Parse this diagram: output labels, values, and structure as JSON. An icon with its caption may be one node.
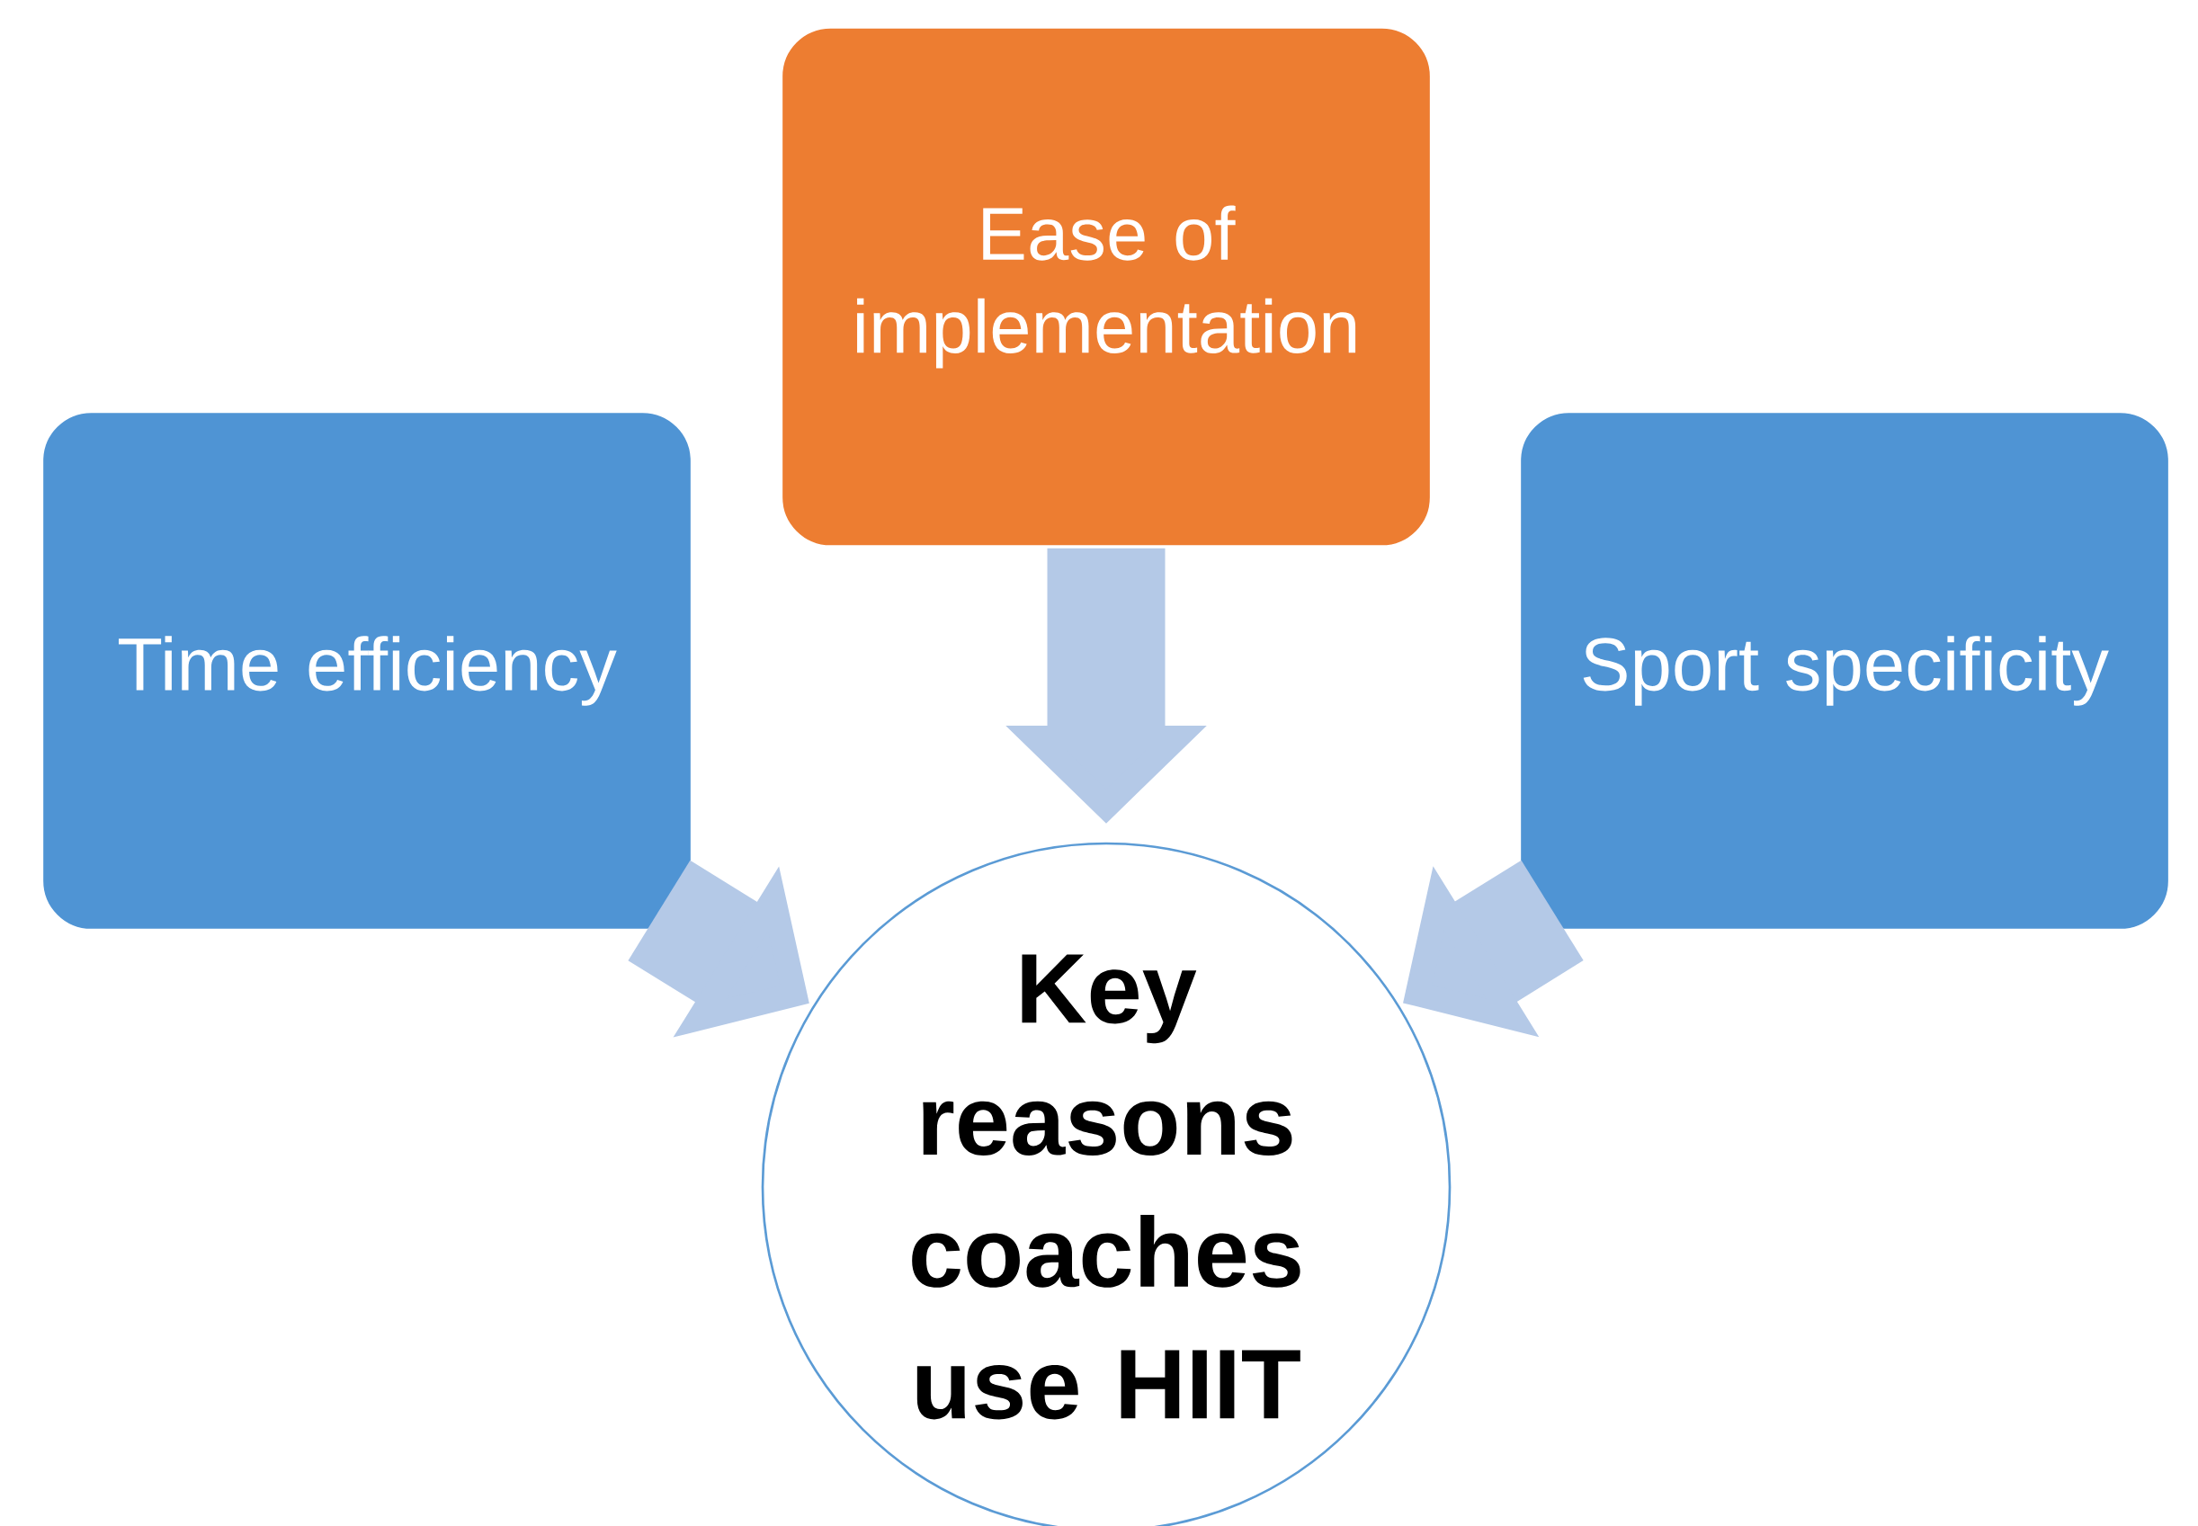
{
  "diagram": {
    "nodes": [
      {
        "text": [
          "Ease of implementation"
        ]
      },
      {
        "text": [
          "Time efficiency"
        ]
      },
      {
        "text": [
          "Sport specificity"
        ]
      },
      {
        "text": [
          "Key reasons coaches use HIIT"
        ]
      }
    ],
    "edges": [
      {
        "from": 0,
        "to": 3,
        "arrow": "to"
      },
      {
        "from": 1,
        "to": 3,
        "arrow": "to"
      },
      {
        "from": 2,
        "to": 3,
        "arrow": "to"
      }
    ]
  }
}
